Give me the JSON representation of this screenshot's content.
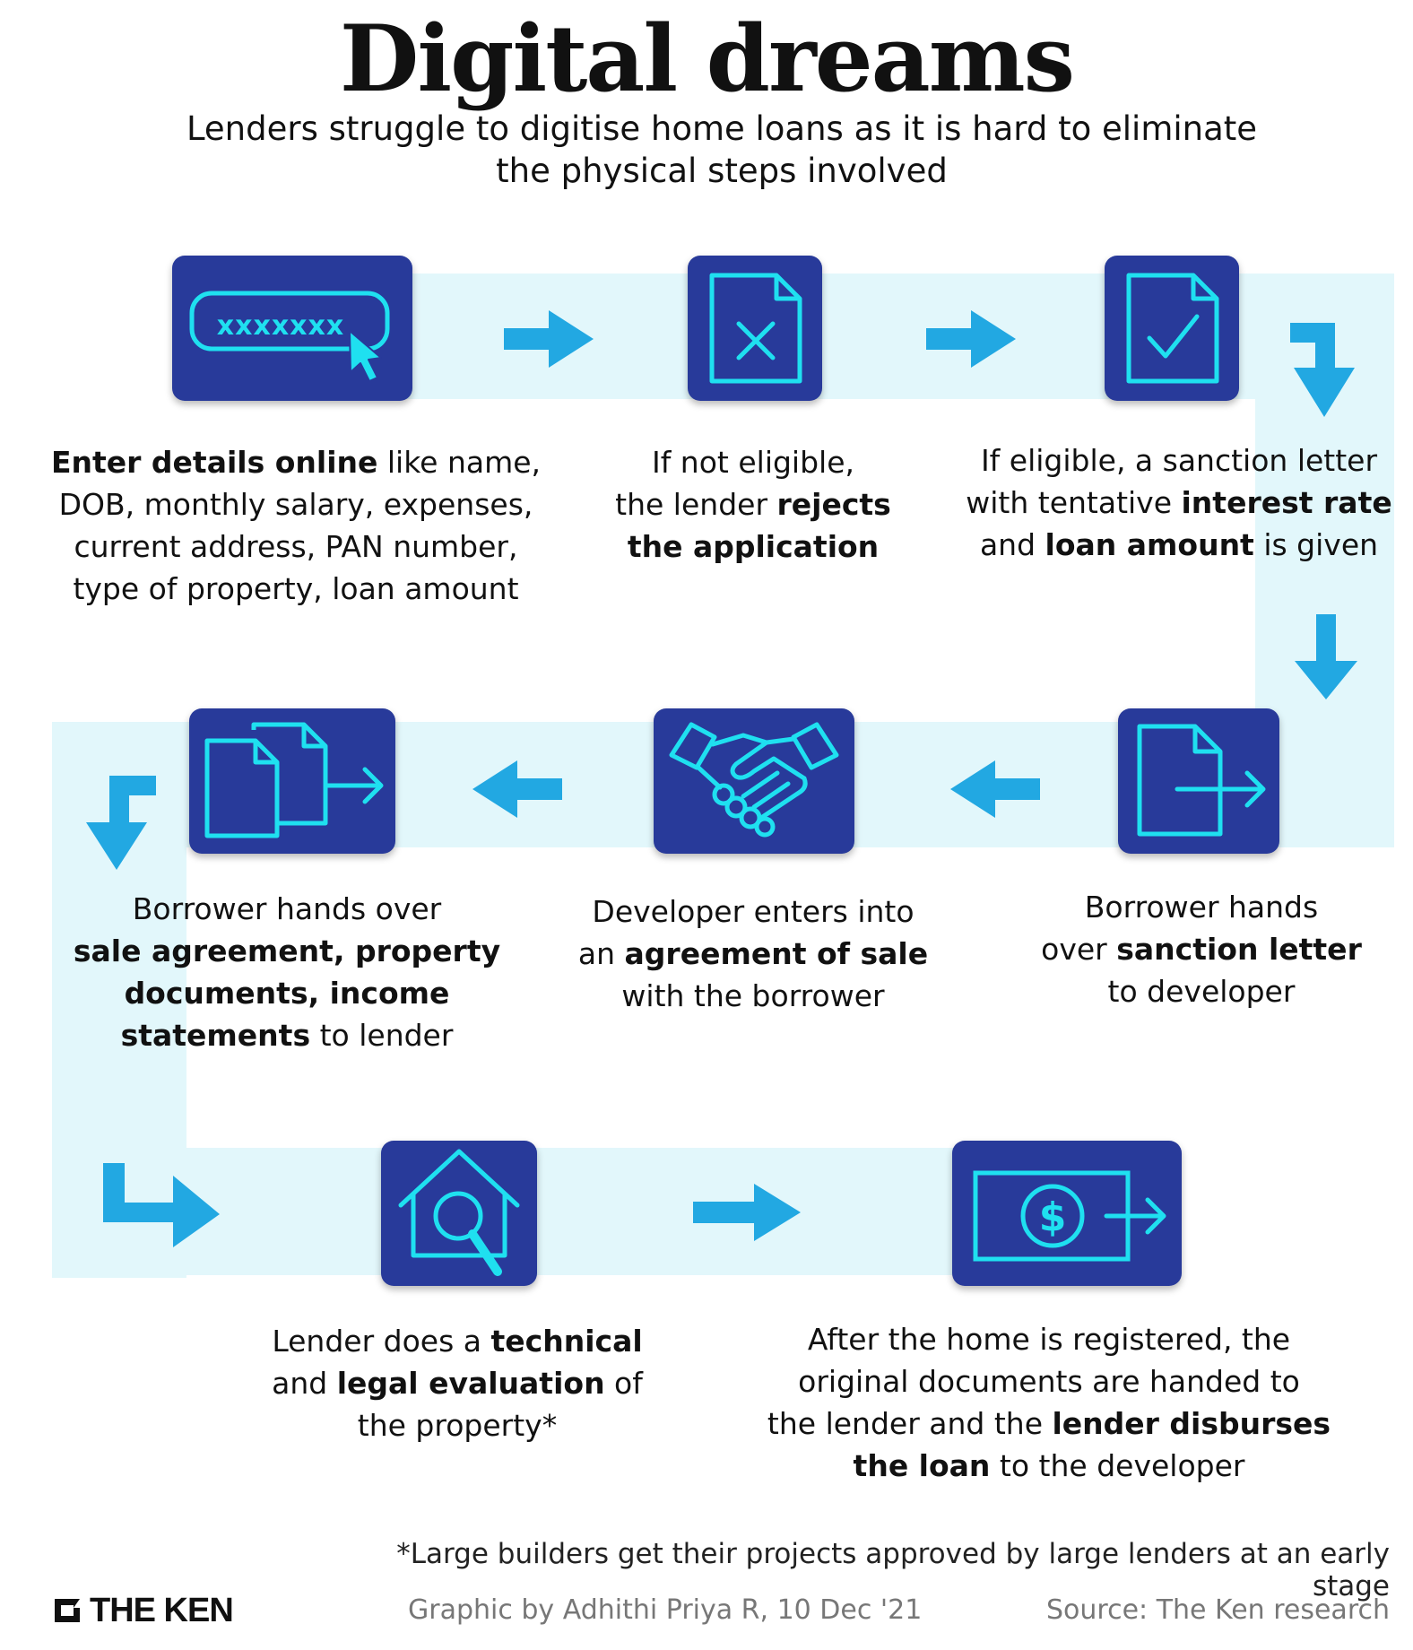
{
  "header": {
    "title": "Digital dreams",
    "subtitle_line1": "Lenders struggle to digitise home loans as it is hard to eliminate",
    "subtitle_line2": "the physical steps involved"
  },
  "colors": {
    "tile": "#283a9a",
    "icon_stroke": "#1fe0f0",
    "arrow": "#22a8e2",
    "band": "#e2f7fb"
  },
  "steps": [
    {
      "icon": "password-field-cursor-icon",
      "icon_text": "xxxxxxx",
      "lines": [
        [
          {
            "t": "Enter details online",
            "b": true
          },
          {
            "t": " like name,",
            "b": false
          }
        ],
        [
          {
            "t": "DOB, monthly salary, expenses,",
            "b": false
          }
        ],
        [
          {
            "t": "current address, PAN number,",
            "b": false
          }
        ],
        [
          {
            "t": "type of property, loan amount",
            "b": false
          }
        ]
      ]
    },
    {
      "icon": "document-rejected-icon",
      "lines": [
        [
          {
            "t": "If not eligible,",
            "b": false
          }
        ],
        [
          {
            "t": "the lender ",
            "b": false
          },
          {
            "t": "rejects",
            "b": true
          }
        ],
        [
          {
            "t": "the application",
            "b": true
          }
        ]
      ]
    },
    {
      "icon": "document-approved-icon",
      "lines": [
        [
          {
            "t": "If eligible, a sanction letter",
            "b": false
          }
        ],
        [
          {
            "t": "with tentative ",
            "b": false
          },
          {
            "t": "interest rate",
            "b": true
          }
        ],
        [
          {
            "t": "and ",
            "b": false
          },
          {
            "t": "loan amount",
            "b": true
          },
          {
            "t": " is given",
            "b": false
          }
        ]
      ]
    },
    {
      "icon": "document-handover-icon",
      "lines": [
        [
          {
            "t": "Borrower hands",
            "b": false
          }
        ],
        [
          {
            "t": "over ",
            "b": false
          },
          {
            "t": "sanction letter",
            "b": true
          }
        ],
        [
          {
            "t": "to developer",
            "b": false
          }
        ]
      ]
    },
    {
      "icon": "handshake-icon",
      "lines": [
        [
          {
            "t": "Developer enters into",
            "b": false
          }
        ],
        [
          {
            "t": "an ",
            "b": false
          },
          {
            "t": "agreement of sale",
            "b": true
          }
        ],
        [
          {
            "t": "with the borrower",
            "b": false
          }
        ]
      ]
    },
    {
      "icon": "multiple-documents-handover-icon",
      "lines": [
        [
          {
            "t": "Borrower hands over",
            "b": false
          }
        ],
        [
          {
            "t": "sale agreement, property",
            "b": true
          }
        ],
        [
          {
            "t": "documents, income",
            "b": true
          }
        ],
        [
          {
            "t": "statements",
            "b": true
          },
          {
            "t": " to lender",
            "b": false
          }
        ]
      ]
    },
    {
      "icon": "house-inspection-icon",
      "lines": [
        [
          {
            "t": "Lender does a ",
            "b": false
          },
          {
            "t": "technical",
            "b": true
          }
        ],
        [
          {
            "t": "and ",
            "b": false
          },
          {
            "t": "legal evaluation",
            "b": true
          },
          {
            "t": " of",
            "b": false
          }
        ],
        [
          {
            "t": "the property*",
            "b": false
          }
        ]
      ]
    },
    {
      "icon": "money-transfer-icon",
      "icon_text": "$",
      "lines": [
        [
          {
            "t": "After the home is registered, the",
            "b": false
          }
        ],
        [
          {
            "t": "original documents are handed to",
            "b": false
          }
        ],
        [
          {
            "t": "the lender and the ",
            "b": false
          },
          {
            "t": "lender disburses",
            "b": true
          }
        ],
        [
          {
            "t": "the loan",
            "b": true
          },
          {
            "t": " to the developer",
            "b": false
          }
        ]
      ]
    }
  ],
  "footer": {
    "footnote": "*Large builders get their projects approved by large lenders at an early stage",
    "credit": "Graphic by Adhithi Priya R, 10 Dec '21",
    "source": "Source: The Ken research",
    "logo_text": "THE KEN"
  }
}
